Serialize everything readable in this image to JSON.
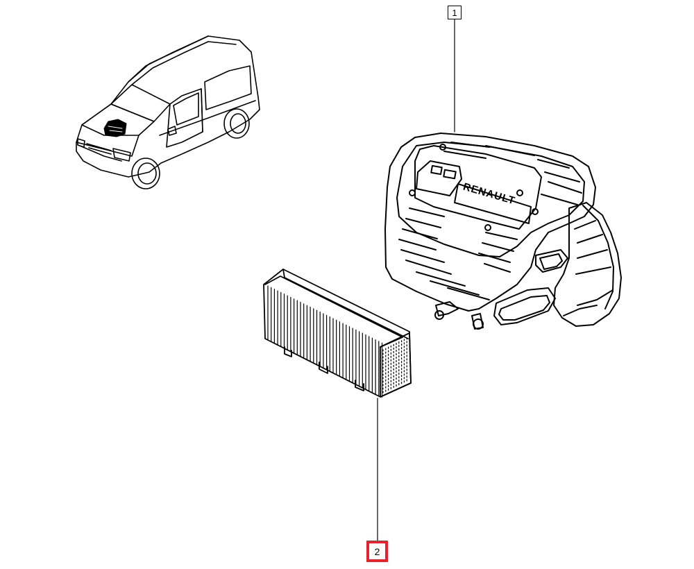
{
  "callouts": [
    {
      "label": "1",
      "part": "air-filter-housing"
    },
    {
      "label": "2",
      "part": "air-filter-element"
    }
  ],
  "housing_logo_text": "RENAULT",
  "colors": {
    "line": "#000000",
    "background": "#ffffff",
    "selected_callout": "#e8212f"
  }
}
